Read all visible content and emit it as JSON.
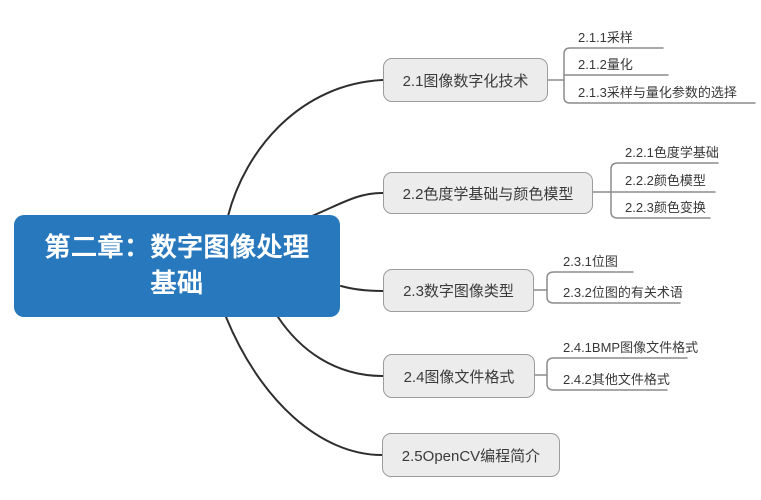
{
  "mindmap": {
    "root": {
      "label": "第二章：数字图像处理基础"
    },
    "branches": [
      {
        "label": "2.1图像数字化技术",
        "children": [
          "2.1.1采样",
          "2.1.2量化",
          "2.1.3采样与量化参数的选择"
        ]
      },
      {
        "label": "2.2色度学基础与颜色模型",
        "children": [
          "2.2.1色度学基础",
          "2.2.2颜色模型",
          "2.2.3颜色变换"
        ]
      },
      {
        "label": "2.3数字图像类型",
        "children": [
          "2.3.1位图",
          "2.3.2位图的有关术语"
        ]
      },
      {
        "label": "2.4图像文件格式",
        "children": [
          "2.4.1BMP图像文件格式",
          "2.4.2其他文件格式"
        ]
      },
      {
        "label": "2.5OpenCV编程简介",
        "children": []
      }
    ],
    "colors": {
      "root_fill": "#2878be",
      "root_text": "#ffffff",
      "branch_fill": "#ececec",
      "branch_border": "#9c9c9c",
      "branch_text": "#3b3b3b",
      "curve_color": "#2e2e2e",
      "leaf_line": "#8c8c8c",
      "leaf_text": "#383838",
      "canvas_bg": "#ffffff"
    }
  }
}
